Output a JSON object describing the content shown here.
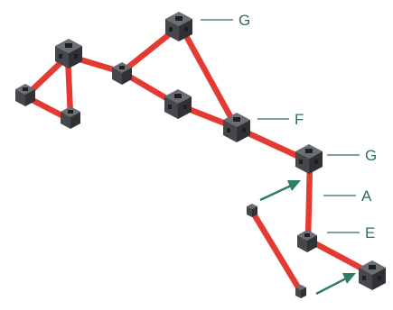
{
  "labels": {
    "top_g": "G",
    "f": "F",
    "mid_g": "G",
    "a": "A",
    "e": "E"
  },
  "colors": {
    "rod": "#e53a32",
    "connector": "#4d4f54",
    "label": "#2e6f5a",
    "arrow": "#2f7d63"
  }
}
